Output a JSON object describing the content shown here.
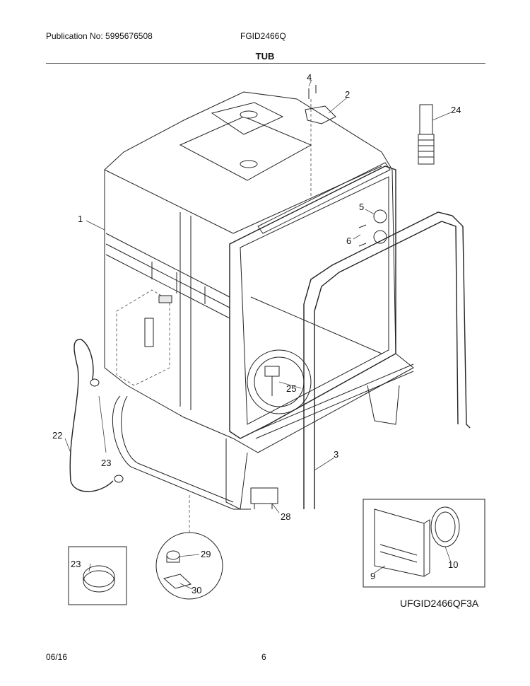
{
  "header": {
    "publication": "Publication No: 5995676508",
    "model": "FGID2466Q",
    "title": "TUB"
  },
  "callouts": [
    "4",
    "2",
    "24",
    "1",
    "5",
    "6",
    "25",
    "22",
    "3",
    "23",
    "28",
    "29",
    "23",
    "30",
    "9",
    "10"
  ],
  "diagram_code": "UFGID2466QF3A",
  "footer": {
    "date": "06/16",
    "page": "6"
  }
}
